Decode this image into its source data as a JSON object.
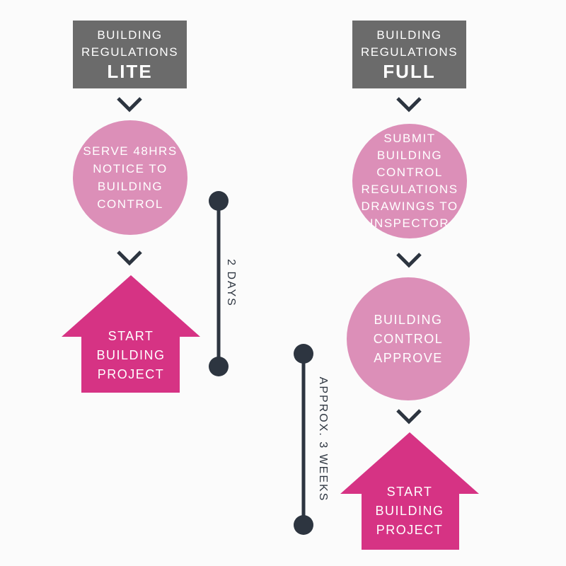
{
  "lite": {
    "header_line1": "BUILDING",
    "header_line2": "REGULATIONS",
    "header_title": "LITE",
    "step1": [
      "SERVE 48HRS",
      "NOTICE TO",
      "BUILDING",
      "CONTROL"
    ],
    "final": [
      "START",
      "BUILDING",
      "PROJECT"
    ]
  },
  "full": {
    "header_line1": "BUILDING",
    "header_line2": "REGULATIONS",
    "header_title": "FULL",
    "step1": [
      "SUBMIT",
      "BUILDING",
      "CONTROL",
      "REGULATIONS",
      "DRAWINGS TO",
      "INSPECTOR"
    ],
    "step2": [
      "BUILDING",
      "CONTROL",
      "APPROVE"
    ],
    "final": [
      "START",
      "BUILDING",
      "PROJECT"
    ]
  },
  "timelines": {
    "lite_duration": "2 DAYS",
    "full_duration": "APPROX. 3 WEEKS"
  },
  "colors": {
    "header_bg": "#6b6b6b",
    "circle_pink": "#dc8fb8",
    "house_magenta": "#d63384",
    "dark_navy": "#2d3540"
  }
}
